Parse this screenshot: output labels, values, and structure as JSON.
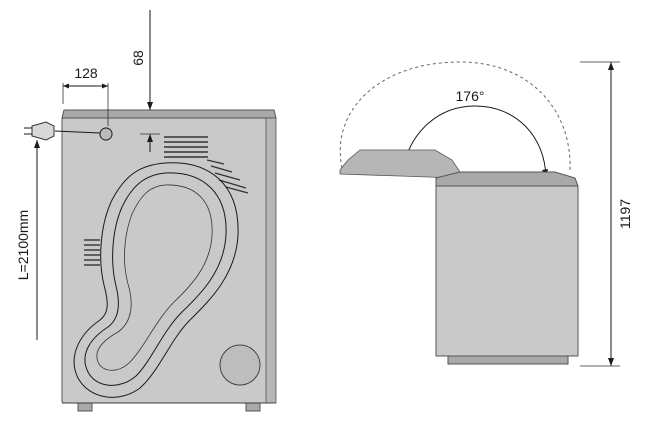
{
  "rear_view": {
    "dimension_horizontal": "128",
    "dimension_vertical": "68",
    "cord_length": "L=2100mm"
  },
  "side_view": {
    "door_angle": "176°",
    "height": "1197"
  }
}
